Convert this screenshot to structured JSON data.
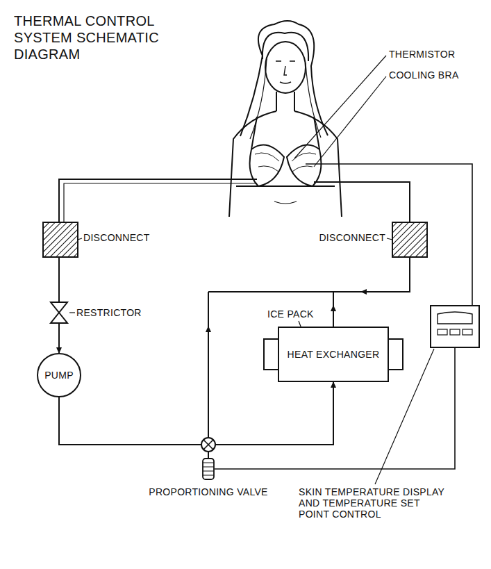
{
  "diagram": {
    "title": "THERMAL CONTROL SYSTEM SCHEMATIC DIAGRAM",
    "nodes": [
      {
        "text": [
          "PUMP"
        ]
      },
      {
        "text": [
          "HEAT EXCHANGER"
        ]
      }
    ],
    "edges": [
      {
        "from": 0,
        "to": 1,
        "arrow": "to"
      }
    ],
    "labels": [
      "THERMISTOR",
      "COOLING BRA",
      "DISCONNECT",
      "ICE PACK",
      "DISCONNECT",
      "RESTRICTOR",
      "SKIN TEMPERATURE DISPLAY AND TEMPERATURE SET POINT CONTROL",
      "PROPORTIONING VALVE"
    ]
  }
}
